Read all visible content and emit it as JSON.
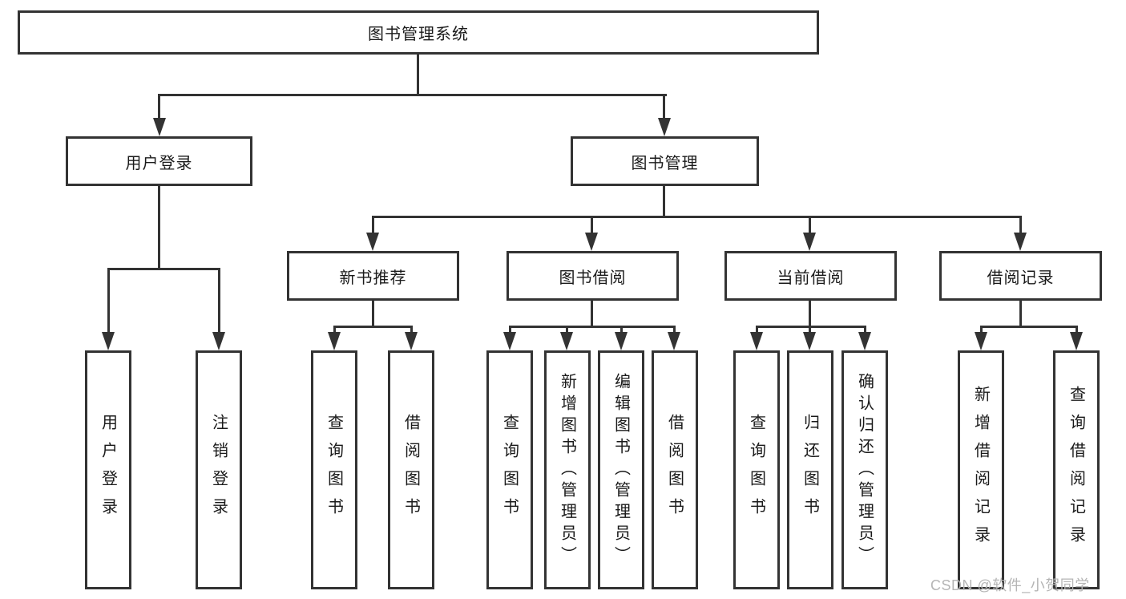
{
  "diagram": {
    "title_node": {
      "label": "图书管理系统"
    },
    "root": {
      "label": "图书管理系统"
    },
    "level2": [
      {
        "id": "user-login",
        "label": "用户登录"
      },
      {
        "id": "book-management",
        "label": "图书管理"
      }
    ],
    "level3": [
      {
        "id": "new-book-recommend",
        "label": "新书推荐",
        "parent": "图书管理"
      },
      {
        "id": "book-borrow",
        "label": "图书借阅",
        "parent": "图书管理"
      },
      {
        "id": "current-borrow",
        "label": "当前借阅",
        "parent": "图书管理"
      },
      {
        "id": "borrow-records",
        "label": "借阅记录",
        "parent": "图书管理"
      }
    ],
    "leaves": [
      {
        "label": "用户登录",
        "parent": "用户登录"
      },
      {
        "label": "注销登录",
        "parent": "用户登录"
      },
      {
        "label": "查询图书",
        "parent": "新书推荐"
      },
      {
        "label": "借阅图书",
        "parent": "新书推荐"
      },
      {
        "label": "查询图书",
        "parent": "图书借阅"
      },
      {
        "label": "新增图书（管理员）",
        "parent": "图书借阅"
      },
      {
        "label": "编辑图书（管理员）",
        "parent": "图书借阅"
      },
      {
        "label": "借阅图书",
        "parent": "图书借阅"
      },
      {
        "label": "查询图书",
        "parent": "当前借阅"
      },
      {
        "label": "归还图书",
        "parent": "当前借阅"
      },
      {
        "label": "确认归还（管理员）",
        "parent": "当前借阅"
      },
      {
        "label": "新增借阅记录",
        "parent": "借阅记录"
      },
      {
        "label": "查询借阅记录",
        "parent": "借阅记录"
      }
    ],
    "watermark": "CSDN @软件_小贺同学",
    "colors": {
      "line": "#333333",
      "box_border": "#333333",
      "text": "#1a1a1a",
      "watermark": "#b5b5b5",
      "background": "#ffffff"
    }
  }
}
